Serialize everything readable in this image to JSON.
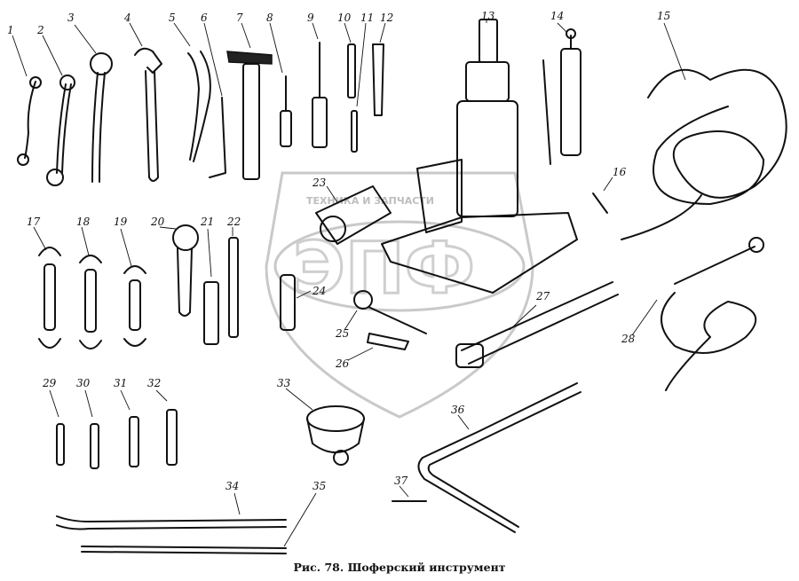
{
  "caption": "Рис. 78. Шоферский инструмент",
  "watermark": {
    "text": "ТЕХНИКА И ЗАПЧАСТИ",
    "logo_letters": "ЭПФ"
  },
  "labels": [
    "1",
    "2",
    "3",
    "4",
    "5",
    "6",
    "7",
    "8",
    "9",
    "10",
    "11",
    "12",
    "13",
    "14",
    "15",
    "16",
    "17",
    "18",
    "19",
    "20",
    "21",
    "22",
    "23",
    "24",
    "25",
    "26",
    "27",
    "28",
    "29",
    "30",
    "31",
    "32",
    "33",
    "34",
    "35",
    "36",
    "37"
  ]
}
